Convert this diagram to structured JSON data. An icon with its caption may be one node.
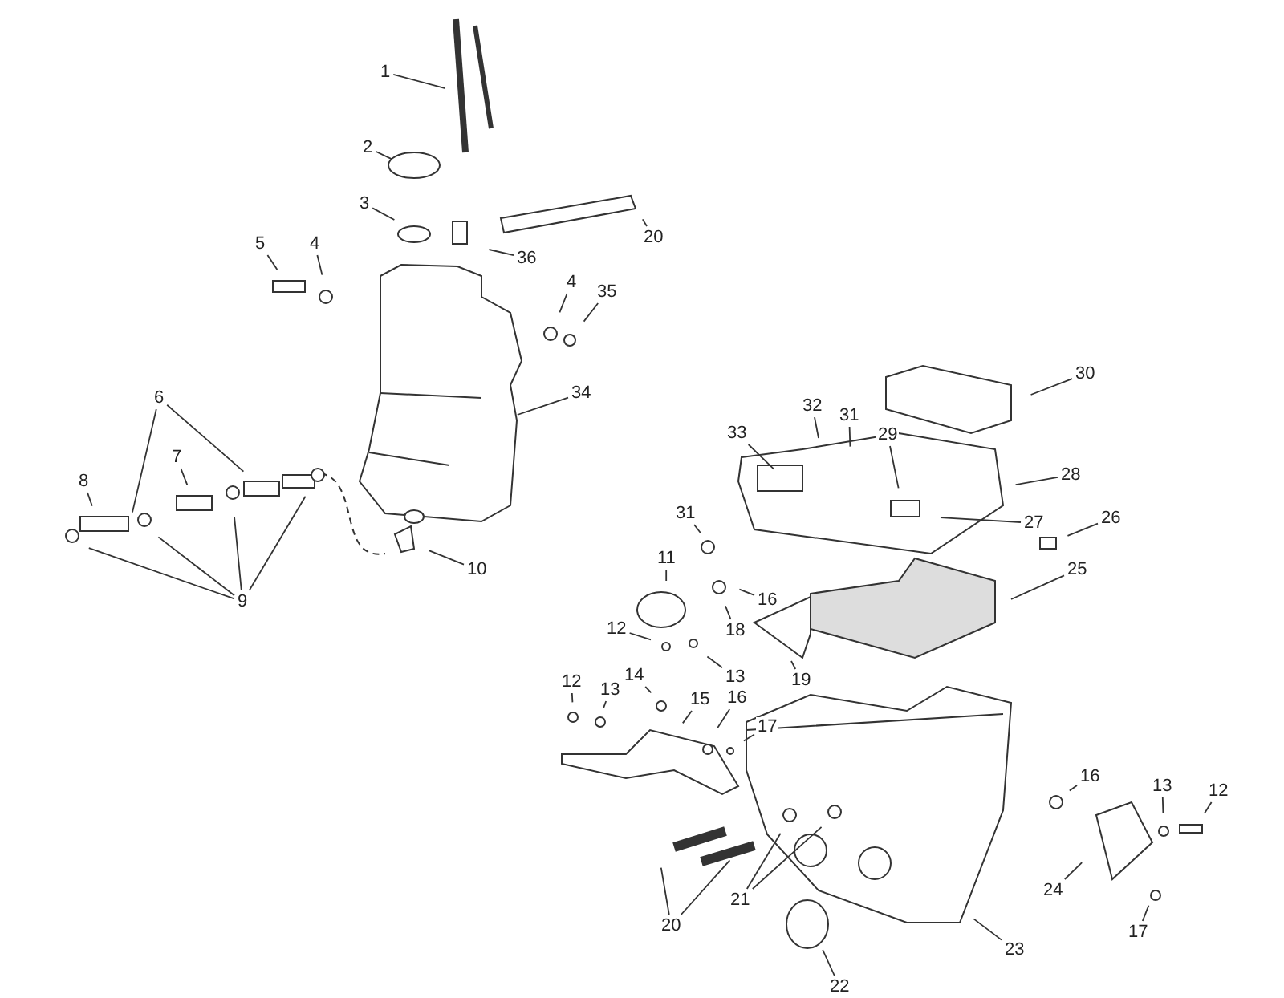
{
  "diagram": {
    "nodes": [
      {
        "text": [
          "1"
        ]
      },
      {
        "text": [
          "2"
        ]
      },
      {
        "text": [
          "3"
        ]
      },
      {
        "text": [
          "5"
        ]
      },
      {
        "text": [
          "4"
        ]
      },
      {
        "text": [
          "36"
        ]
      },
      {
        "text": [
          "20"
        ]
      },
      {
        "text": [
          "4"
        ]
      },
      {
        "text": [
          "35"
        ]
      },
      {
        "text": [
          "34"
        ]
      },
      {
        "text": [
          "6"
        ]
      },
      {
        "text": [
          "7"
        ]
      },
      {
        "text": [
          "8"
        ]
      },
      {
        "text": [
          "9"
        ]
      },
      {
        "text": [
          "10"
        ]
      },
      {
        "text": [
          "30"
        ]
      },
      {
        "text": [
          "32"
        ]
      },
      {
        "text": [
          "31"
        ]
      },
      {
        "text": [
          "33"
        ]
      },
      {
        "text": [
          "29"
        ]
      },
      {
        "text": [
          "28"
        ]
      },
      {
        "text": [
          "27"
        ]
      },
      {
        "text": [
          "26"
        ]
      },
      {
        "text": [
          "31"
        ]
      },
      {
        "text": [
          "11"
        ]
      },
      {
        "text": [
          "25"
        ]
      },
      {
        "text": [
          "16"
        ]
      },
      {
        "text": [
          "18"
        ]
      },
      {
        "text": [
          "12"
        ]
      },
      {
        "text": [
          "13"
        ]
      },
      {
        "text": [
          "19"
        ]
      },
      {
        "text": [
          "12"
        ]
      },
      {
        "text": [
          "13"
        ]
      },
      {
        "text": [
          "14"
        ]
      },
      {
        "text": [
          "15"
        ]
      },
      {
        "text": [
          "16"
        ]
      },
      {
        "text": [
          "17"
        ]
      },
      {
        "text": [
          "16"
        ]
      },
      {
        "text": [
          "13"
        ]
      },
      {
        "text": [
          "12"
        ]
      },
      {
        "text": [
          "20"
        ]
      },
      {
        "text": [
          "21"
        ]
      },
      {
        "text": [
          "22"
        ]
      },
      {
        "text": [
          "23"
        ]
      },
      {
        "text": [
          "24"
        ]
      },
      {
        "text": [
          "17"
        ]
      }
    ],
    "edges": [
      {
        "from": 0,
        "to": null,
        "arrow": "none"
      },
      {
        "from": 1,
        "to": null,
        "arrow": "none"
      },
      {
        "from": 2,
        "to": null,
        "arrow": "none"
      },
      {
        "from": 3,
        "to": null,
        "arrow": "none"
      },
      {
        "from": 4,
        "to": null,
        "arrow": "none"
      },
      {
        "from": 5,
        "to": null,
        "arrow": "none"
      },
      {
        "from": 6,
        "to": null,
        "arrow": "none"
      },
      {
        "from": 7,
        "to": null,
        "arrow": "none"
      },
      {
        "from": 8,
        "to": null,
        "arrow": "none"
      },
      {
        "from": 9,
        "to": null,
        "arrow": "none"
      },
      {
        "from": 10,
        "to": null,
        "arrow": "none"
      },
      {
        "from": 10,
        "to": null,
        "arrow": "none"
      },
      {
        "from": 11,
        "to": null,
        "arrow": "none"
      },
      {
        "from": 12,
        "to": null,
        "arrow": "none"
      },
      {
        "from": 13,
        "to": null,
        "arrow": "none"
      },
      {
        "from": 13,
        "to": null,
        "arrow": "none"
      },
      {
        "from": 13,
        "to": null,
        "arrow": "none"
      },
      {
        "from": 13,
        "to": null,
        "arrow": "none"
      },
      {
        "from": 14,
        "to": null,
        "arrow": "none"
      },
      {
        "from": 15,
        "to": null,
        "arrow": "none"
      },
      {
        "from": 16,
        "to": null,
        "arrow": "none"
      },
      {
        "from": 17,
        "to": null,
        "arrow": "none"
      },
      {
        "from": 18,
        "to": null,
        "arrow": "none"
      },
      {
        "from": 19,
        "to": null,
        "arrow": "none"
      },
      {
        "from": 20,
        "to": null,
        "arrow": "none"
      },
      {
        "from": 21,
        "to": null,
        "arrow": "none"
      },
      {
        "from": 22,
        "to": null,
        "arrow": "none"
      },
      {
        "from": 23,
        "to": null,
        "arrow": "none"
      },
      {
        "from": 24,
        "to": null,
        "arrow": "none"
      },
      {
        "from": 25,
        "to": null,
        "arrow": "none"
      },
      {
        "from": 26,
        "to": null,
        "arrow": "none"
      },
      {
        "from": 27,
        "to": null,
        "arrow": "none"
      },
      {
        "from": 28,
        "to": null,
        "arrow": "none"
      },
      {
        "from": 29,
        "to": null,
        "arrow": "none"
      },
      {
        "from": 30,
        "to": null,
        "arrow": "none"
      },
      {
        "from": 31,
        "to": null,
        "arrow": "none"
      },
      {
        "from": 32,
        "to": null,
        "arrow": "none"
      },
      {
        "from": 33,
        "to": null,
        "arrow": "none"
      },
      {
        "from": 34,
        "to": null,
        "arrow": "none"
      },
      {
        "from": 35,
        "to": null,
        "arrow": "none"
      },
      {
        "from": 36,
        "to": null,
        "arrow": "none"
      },
      {
        "from": 37,
        "to": null,
        "arrow": "none"
      },
      {
        "from": 38,
        "to": null,
        "arrow": "none"
      },
      {
        "from": 39,
        "to": null,
        "arrow": "none"
      },
      {
        "from": 40,
        "to": null,
        "arrow": "none"
      },
      {
        "from": 40,
        "to": null,
        "arrow": "none"
      },
      {
        "from": 41,
        "to": null,
        "arrow": "none"
      },
      {
        "from": 41,
        "to": null,
        "arrow": "none"
      },
      {
        "from": 42,
        "to": null,
        "arrow": "none"
      },
      {
        "from": 43,
        "to": null,
        "arrow": "none"
      },
      {
        "from": 44,
        "to": null,
        "arrow": "none"
      },
      {
        "from": 45,
        "to": null,
        "arrow": "none"
      }
    ]
  }
}
